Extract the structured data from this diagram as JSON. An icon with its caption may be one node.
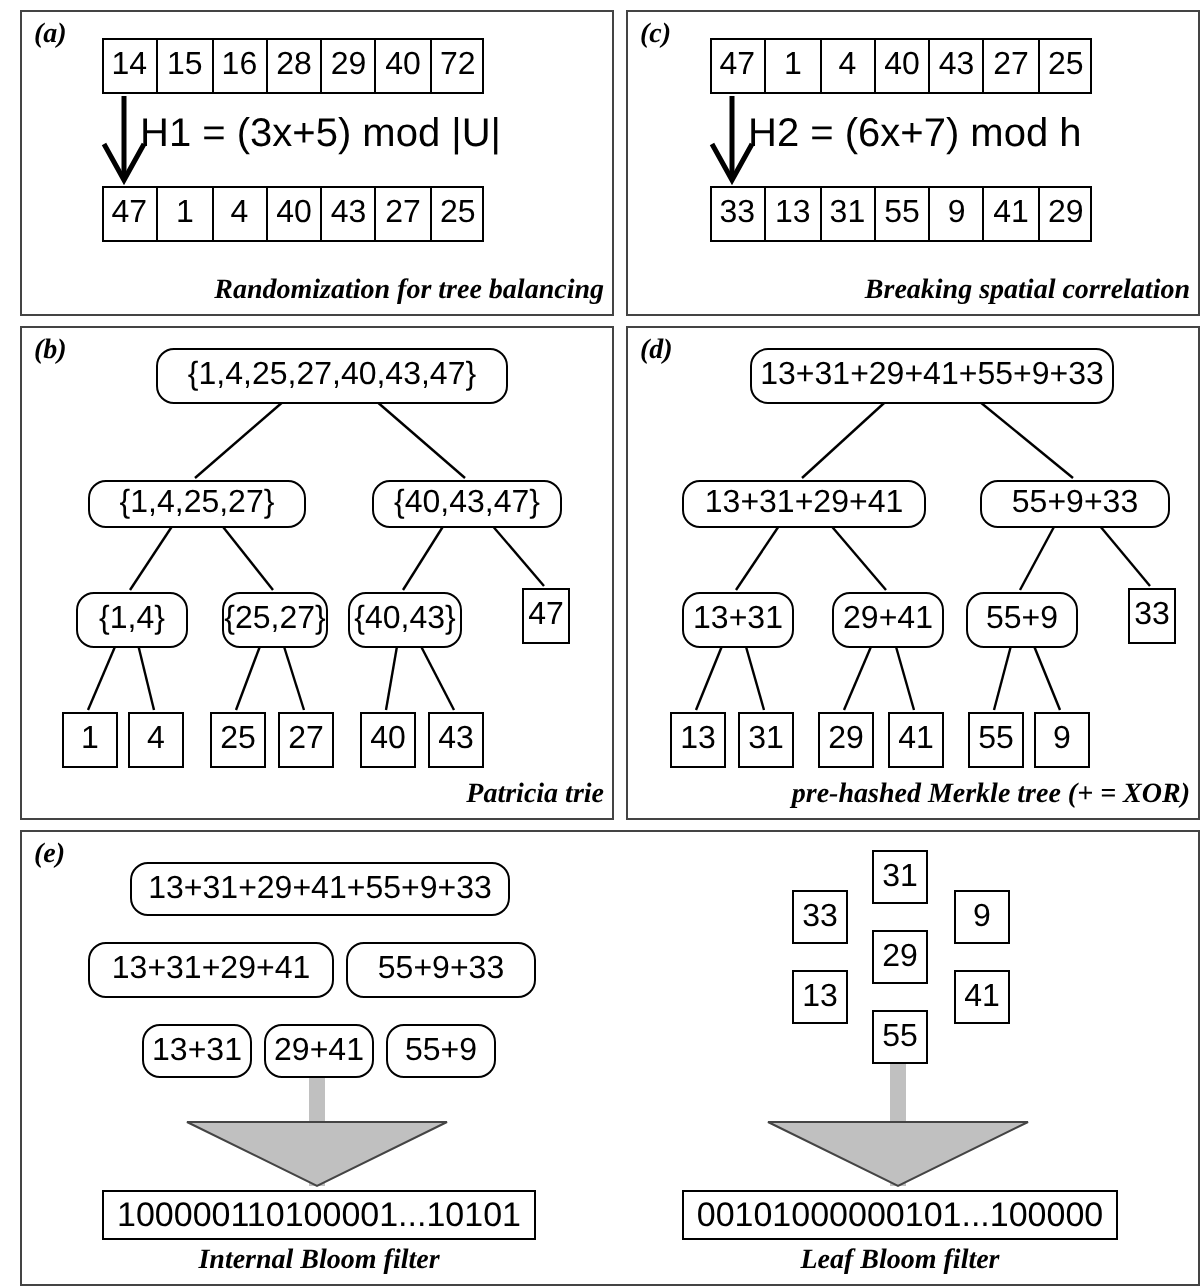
{
  "diagram": {
    "nodes": [
      {
        "text": [
          "(a)",
          "Randomization for tree balancing"
        ]
      },
      {
        "text": [],
        "shape": "bar",
        "in": 0
      },
      {
        "text": [
          "14"
        ],
        "in": 1
      },
      {
        "text": [
          "15"
        ],
        "in": 1
      },
      {
        "text": [
          "16"
        ],
        "in": 1
      },
      {
        "text": [
          "28"
        ],
        "in": 1
      },
      {
        "text": [
          "29"
        ],
        "in": 1
      },
      {
        "text": [
          "40"
        ],
        "in": 1
      },
      {
        "text": [
          "72"
        ],
        "in": 1
      },
      {
        "text": [],
        "shape": "bar",
        "in": 0
      },
      {
        "text": [
          "47"
        ],
        "in": 9
      },
      {
        "text": [
          "1"
        ],
        "in": 9
      },
      {
        "text": [
          "4"
        ],
        "in": 9
      },
      {
        "text": [
          "40"
        ],
        "in": 9
      },
      {
        "text": [
          "43"
        ],
        "in": 9
      },
      {
        "text": [
          "27"
        ],
        "in": 9
      },
      {
        "text": [
          "25"
        ],
        "in": 9
      },
      {
        "text": [
          "(c)",
          "Breaking spatial correlation"
        ]
      },
      {
        "text": [],
        "shape": "bar",
        "in": 17
      },
      {
        "text": [
          "47"
        ],
        "in": 18
      },
      {
        "text": [
          "1"
        ],
        "in": 18
      },
      {
        "text": [
          "4"
        ],
        "in": 18
      },
      {
        "text": [
          "40"
        ],
        "in": 18
      },
      {
        "text": [
          "43"
        ],
        "in": 18
      },
      {
        "text": [
          "27"
        ],
        "in": 18
      },
      {
        "text": [
          "25"
        ],
        "in": 18
      },
      {
        "text": [],
        "shape": "bar",
        "in": 17
      },
      {
        "text": [
          "33"
        ],
        "in": 26
      },
      {
        "text": [
          "13"
        ],
        "in": 26
      },
      {
        "text": [
          "31"
        ],
        "in": 26
      },
      {
        "text": [
          "55"
        ],
        "in": 26
      },
      {
        "text": [
          "9"
        ],
        "in": 26
      },
      {
        "text": [
          "41"
        ],
        "in": 26
      },
      {
        "text": [
          "29"
        ],
        "in": 26
      },
      {
        "text": [
          "(b)",
          "Patricia trie"
        ]
      },
      {
        "text": [
          "{1,4,25,27,40,43,47}"
        ],
        "in": 34
      },
      {
        "text": [
          "{1,4,25,27}"
        ],
        "in": 34
      },
      {
        "text": [
          "{40,43,47}"
        ],
        "in": 34
      },
      {
        "text": [
          "{1,4}"
        ],
        "in": 34
      },
      {
        "text": [
          "{25,27}"
        ],
        "in": 34
      },
      {
        "text": [
          "{40,43}"
        ],
        "in": 34
      },
      {
        "text": [
          "47"
        ],
        "in": 34
      },
      {
        "text": [
          "1"
        ],
        "in": 34
      },
      {
        "text": [
          "4"
        ],
        "in": 34
      },
      {
        "text": [
          "25"
        ],
        "in": 34
      },
      {
        "text": [
          "27"
        ],
        "in": 34
      },
      {
        "text": [
          "40"
        ],
        "in": 34
      },
      {
        "text": [
          "43"
        ],
        "in": 34
      },
      {
        "text": [
          "(d)",
          "pre-hashed Merkle tree (+ = XOR)"
        ]
      },
      {
        "text": [
          "13+31+29+41+55+9+33"
        ],
        "in": 48
      },
      {
        "text": [
          "13+31+29+41"
        ],
        "in": 48
      },
      {
        "text": [
          "55+9+33"
        ],
        "in": 48
      },
      {
        "text": [
          "13+31"
        ],
        "in": 48
      },
      {
        "text": [
          "29+41"
        ],
        "in": 48
      },
      {
        "text": [
          "55+9"
        ],
        "in": 48
      },
      {
        "text": [
          "33"
        ],
        "in": 48
      },
      {
        "text": [
          "13"
        ],
        "in": 48
      },
      {
        "text": [
          "31"
        ],
        "in": 48
      },
      {
        "text": [
          "29"
        ],
        "in": 48
      },
      {
        "text": [
          "41"
        ],
        "in": 48
      },
      {
        "text": [
          "55"
        ],
        "in": 48
      },
      {
        "text": [
          "9"
        ],
        "in": 48
      },
      {
        "text": [
          "(e)"
        ]
      },
      {
        "text": [
          "13+31+29+41+55+9+33"
        ],
        "in": 62
      },
      {
        "text": [
          "13+31+29+41"
        ],
        "in": 62
      },
      {
        "text": [
          "55+9+33"
        ],
        "in": 62
      },
      {
        "text": [
          "13+31"
        ],
        "in": 62
      },
      {
        "text": [
          "29+41"
        ],
        "in": 62
      },
      {
        "text": [
          "55+9"
        ],
        "in": 62
      },
      {
        "text": [
          "100000110100001...10101"
        ],
        "beside": [
          "Internal Bloom filter"
        ],
        "in": 62
      },
      {
        "text": [
          "31"
        ],
        "in": 62
      },
      {
        "text": [
          "33"
        ],
        "in": 62
      },
      {
        "text": [
          "9"
        ],
        "in": 62
      },
      {
        "text": [
          "29"
        ],
        "in": 62
      },
      {
        "text": [
          "13"
        ],
        "in": 62
      },
      {
        "text": [
          "41"
        ],
        "in": 62
      },
      {
        "text": [
          "55"
        ],
        "in": 62
      },
      {
        "text": [
          "00101000000101...100000"
        ],
        "beside": [
          "Leaf Bloom filter"
        ],
        "in": 62
      }
    ],
    "edges": [
      {
        "from": 1,
        "to": 9,
        "arrow": "to",
        "label": "H1 = (3x+5) mod |U|"
      },
      {
        "from": 18,
        "to": 26,
        "arrow": "to",
        "label": "H2 = (6x+7) mod h"
      },
      {
        "from": 35,
        "to": 36,
        "arrow": "none"
      },
      {
        "from": 35,
        "to": 37,
        "arrow": "none"
      },
      {
        "from": 36,
        "to": 38,
        "arrow": "none"
      },
      {
        "from": 36,
        "to": 39,
        "arrow": "none"
      },
      {
        "from": 37,
        "to": 40,
        "arrow": "none"
      },
      {
        "from": 37,
        "to": 41,
        "arrow": "none"
      },
      {
        "from": 38,
        "to": 42,
        "arrow": "none"
      },
      {
        "from": 38,
        "to": 43,
        "arrow": "none"
      },
      {
        "from": 39,
        "to": 44,
        "arrow": "none"
      },
      {
        "from": 39,
        "to": 45,
        "arrow": "none"
      },
      {
        "from": 40,
        "to": 46,
        "arrow": "none"
      },
      {
        "from": 40,
        "to": 47,
        "arrow": "none"
      },
      {
        "from": 49,
        "to": 50,
        "arrow": "none"
      },
      {
        "from": 49,
        "to": 51,
        "arrow": "none"
      },
      {
        "from": 50,
        "to": 52,
        "arrow": "none"
      },
      {
        "from": 50,
        "to": 53,
        "arrow": "none"
      },
      {
        "from": 51,
        "to": 54,
        "arrow": "none"
      },
      {
        "from": 51,
        "to": 55,
        "arrow": "none"
      },
      {
        "from": 52,
        "to": 56,
        "arrow": "none"
      },
      {
        "from": 52,
        "to": 57,
        "arrow": "none"
      },
      {
        "from": 53,
        "to": 58,
        "arrow": "none"
      },
      {
        "from": 53,
        "to": 59,
        "arrow": "none"
      },
      {
        "from": 54,
        "to": 60,
        "arrow": "none"
      },
      {
        "from": 54,
        "to": 61,
        "arrow": "none"
      },
      {
        "from": 67,
        "to": 69,
        "arrow": "to",
        "style": "thick",
        "color": "#c0c0c0"
      },
      {
        "from": 76,
        "to": 77,
        "arrow": "to",
        "style": "thick",
        "color": "#c0c0c0"
      }
    ]
  }
}
